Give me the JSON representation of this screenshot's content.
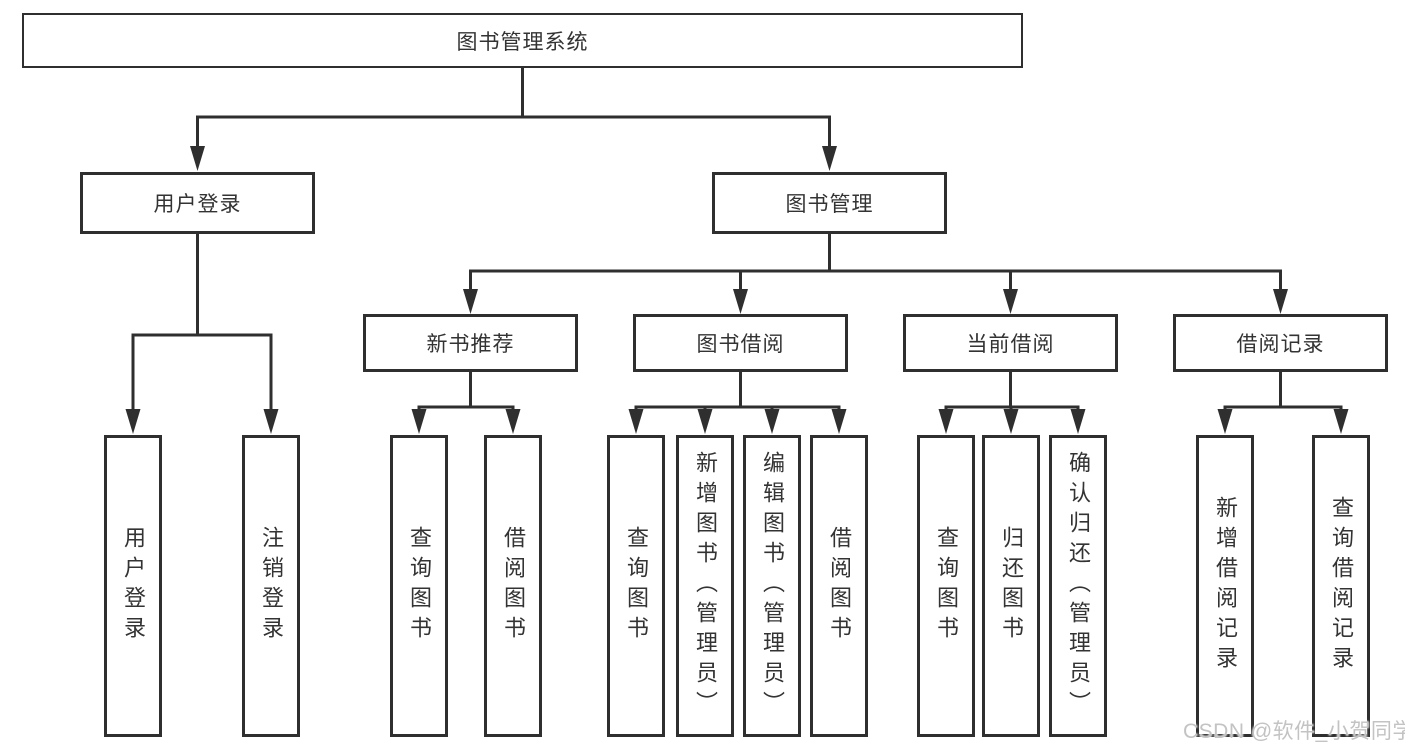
{
  "tree": {
    "root": "图书管理系统",
    "branches": [
      {
        "label": "用户登录",
        "children": [
          {
            "label": "用户登录"
          },
          {
            "label": "注销登录"
          }
        ]
      },
      {
        "label": "图书管理",
        "children": [
          {
            "label": "新书推荐",
            "children": [
              {
                "label": "查询图书"
              },
              {
                "label": "借阅图书"
              }
            ]
          },
          {
            "label": "图书借阅",
            "children": [
              {
                "label": "查询图书"
              },
              {
                "label": "新增图书（管理员）"
              },
              {
                "label": "编辑图书（管理员）"
              },
              {
                "label": "借阅图书"
              }
            ]
          },
          {
            "label": "当前借阅",
            "children": [
              {
                "label": "查询图书"
              },
              {
                "label": "归还图书"
              },
              {
                "label": "确认归还（管理员）"
              }
            ]
          },
          {
            "label": "借阅记录",
            "children": [
              {
                "label": "新增借阅记录"
              },
              {
                "label": "查询借阅记录"
              }
            ]
          }
        ]
      }
    ]
  },
  "watermark": {
    "text": "CSDN @软件_小贺同学"
  },
  "colors": {
    "line": "#2f2f2f",
    "text": "#333333",
    "box_background": "#ffffff",
    "watermark": "#c3c3c3",
    "page_background": "#ffffff"
  }
}
